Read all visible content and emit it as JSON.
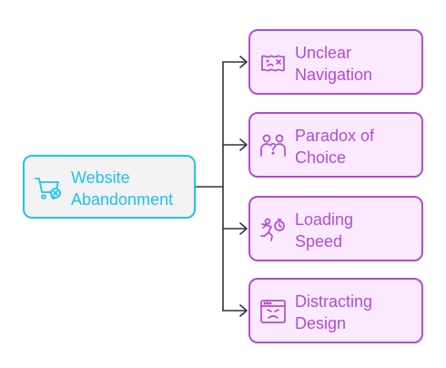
{
  "root": {
    "label_lines": [
      "Website",
      "Abandonment"
    ],
    "icon": "shopping-cart-cancel-icon",
    "color": "#1ec2f0"
  },
  "branches": [
    {
      "label_lines": [
        "Unclear",
        "Navigation"
      ],
      "icon": "confused-map-icon"
    },
    {
      "label_lines": [
        "Paradox of",
        "Choice"
      ],
      "icon": "confused-people-icon"
    },
    {
      "label_lines": [
        "Loading",
        "Speed"
      ],
      "icon": "running-timer-icon"
    },
    {
      "label_lines": [
        "Distracting",
        "Design"
      ],
      "icon": "angry-browser-window-icon"
    }
  ],
  "colors": {
    "root_border": "#1ec2f0",
    "root_fill": "#f3f3f3",
    "branch_border": "#b14bd8",
    "branch_fill": "#fbeaff",
    "connector": "#333333"
  }
}
